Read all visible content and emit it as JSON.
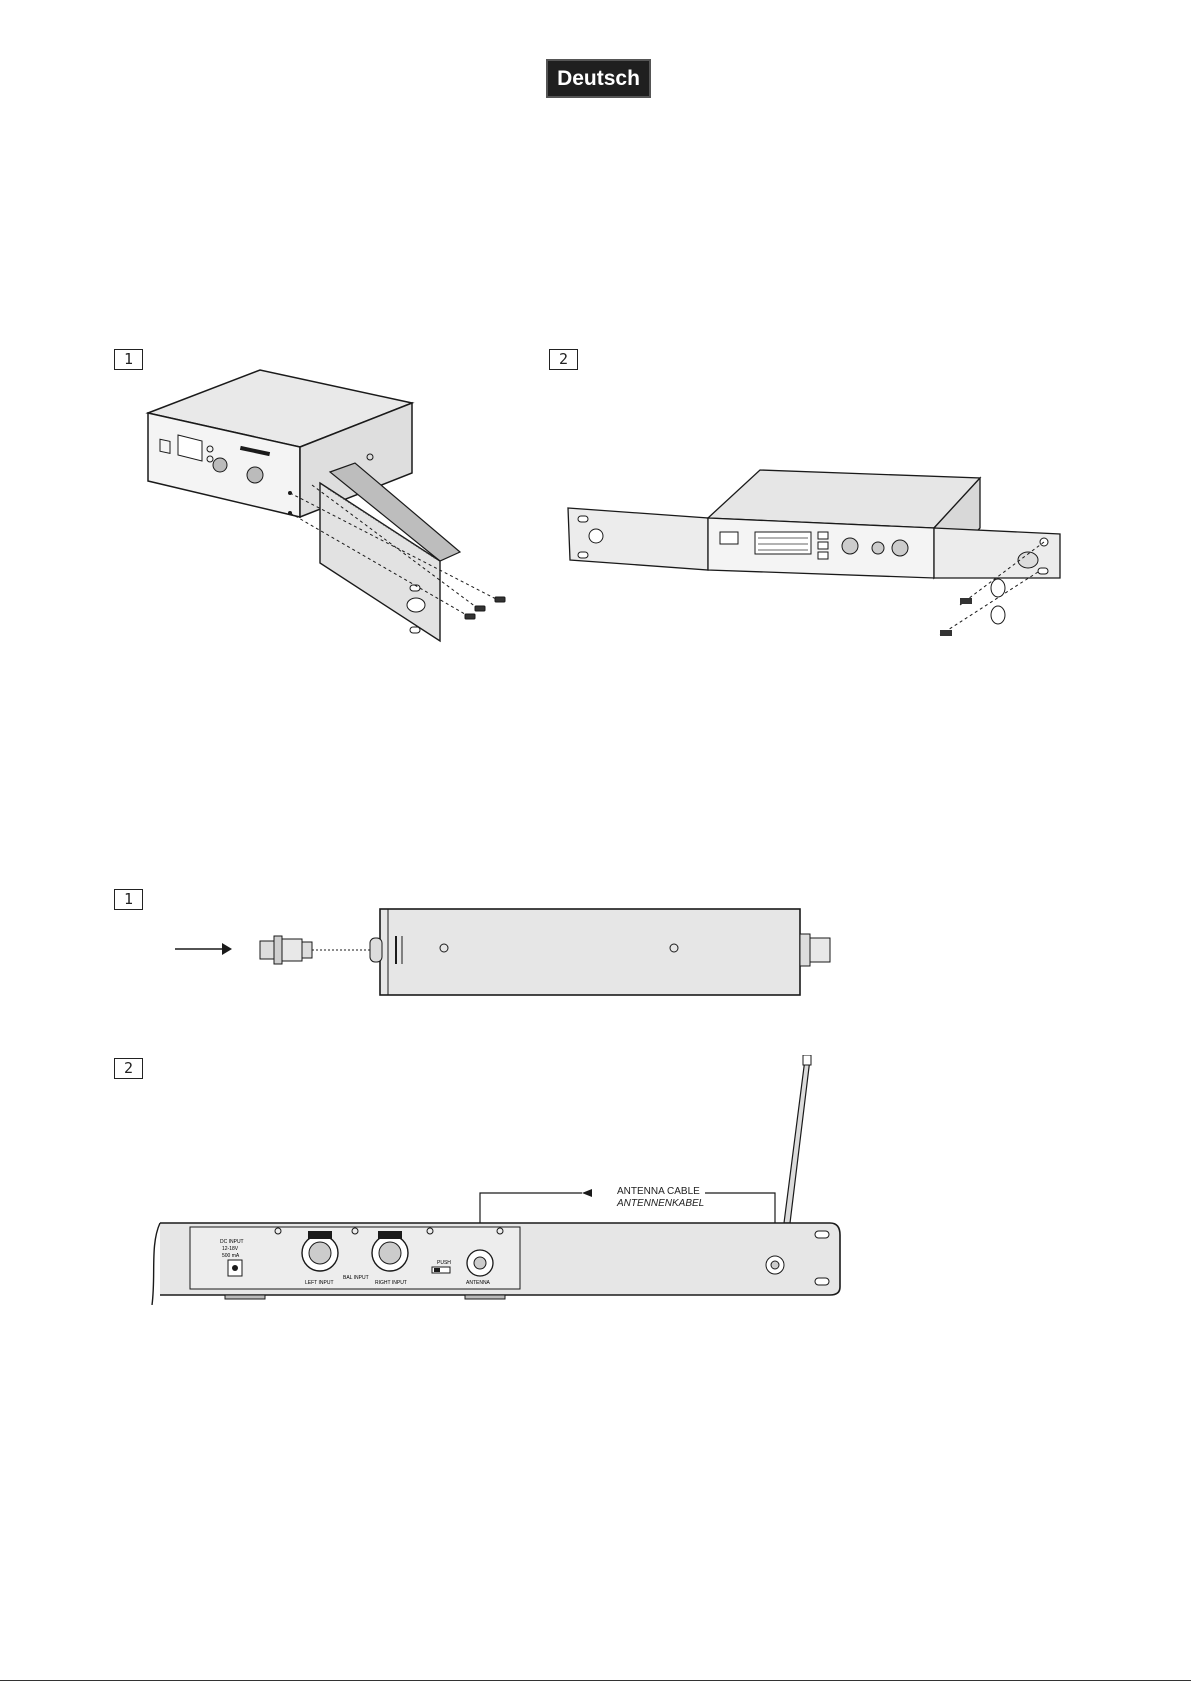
{
  "page": {
    "language_badge": "Deutsch"
  },
  "rack_mount_steps": [
    {
      "number": "1"
    },
    {
      "number": "2"
    }
  ],
  "antenna_steps": [
    {
      "number": "1"
    },
    {
      "number": "2"
    }
  ],
  "antenna_callout": {
    "en": "ANTENNA CABLE",
    "de": "ANTENNENKABEL"
  },
  "rear_panel_labels": {
    "dc_input": "DC INPUT",
    "voltage": "12-18V",
    "current": "500 mA",
    "left_input": "LEFT INPUT",
    "bal_input": "BAL INPUT",
    "right_input": "RIGHT INPUT",
    "antenna": "ANTENNA",
    "push": "PUSH"
  },
  "colors": {
    "ink": "#1a1a1a",
    "panel_fill": "#e6e6e6",
    "panel_dark": "#cfcfcf",
    "badge_bg": "#1f1f1f"
  }
}
